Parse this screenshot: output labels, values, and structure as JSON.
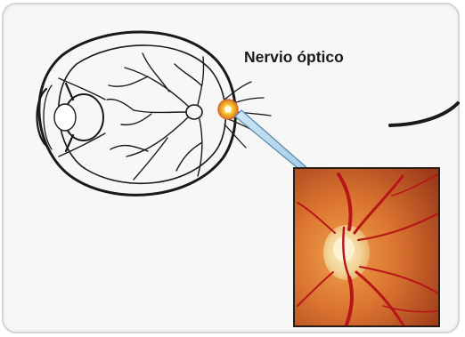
{
  "diagram": {
    "label": "Nervio óptico",
    "colors": {
      "outline": "#1a1a1a",
      "nerve_marker_fill": "#f2c029",
      "nerve_marker_ring": "#e0762b",
      "arrow_fill": "#a9d0ea",
      "arrow_stroke": "#5f8fb0",
      "fundus_bg": "#d9702c",
      "disc": "#f4dda6",
      "vessel": "#b8141a",
      "photo_border": "#2b1d15"
    },
    "icons": [
      "eye-cross-section-drawing",
      "optic-nerve-marker",
      "zoom-arrow",
      "fundus-photo"
    ]
  }
}
